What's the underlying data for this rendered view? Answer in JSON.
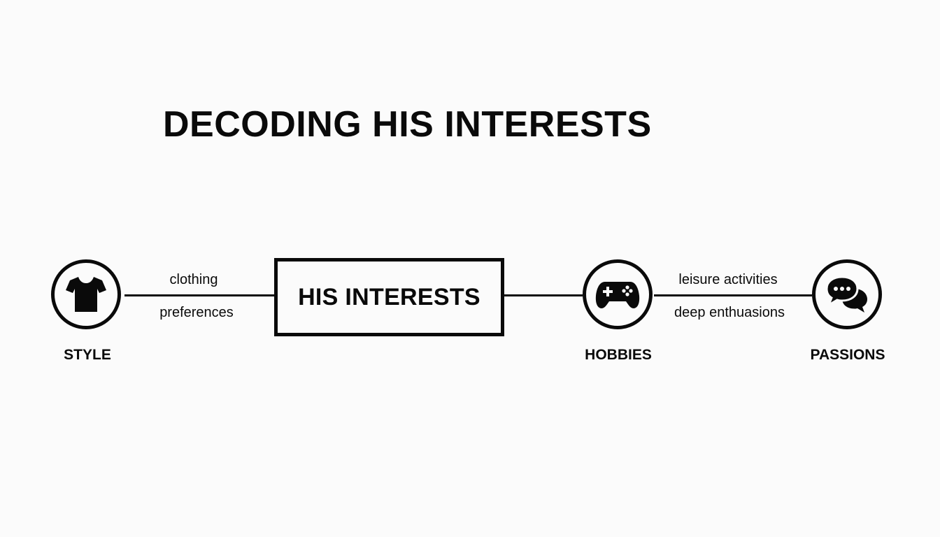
{
  "title": "DECODING HIS INTERESTS",
  "center": {
    "label": "HIS INTERESTS"
  },
  "nodes": {
    "style": {
      "label": "STYLE",
      "icon": "tshirt-icon"
    },
    "hobbies": {
      "label": "HOBBIES",
      "icon": "gamepad-icon"
    },
    "passions": {
      "label": "PASSIONS",
      "icon": "chat-bubbles-icon"
    }
  },
  "edges": {
    "style_center": {
      "top_label": "clothing",
      "bottom_label": "preferences"
    },
    "hobbies_passions": {
      "top_label": "leisure activities",
      "bottom_label": "deep enthuasions"
    }
  }
}
